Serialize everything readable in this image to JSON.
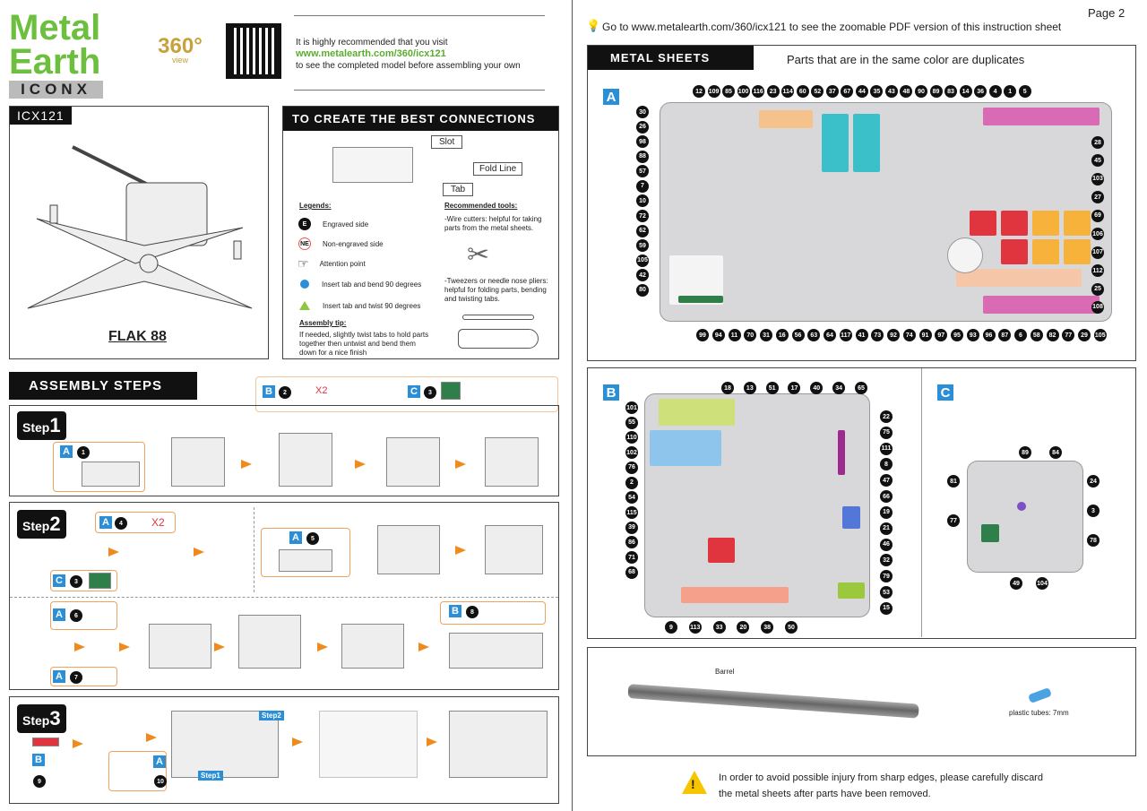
{
  "header": {
    "brand_line1": "Metal",
    "brand_line2": "Earth",
    "brand_sub": "ICONX",
    "view360": "360°",
    "view_label": "view",
    "visit_line1": "It is highly recommended that you visit",
    "visit_url": "www.metalearth.com/360/icx121",
    "visit_line2": "to see the completed model before assembling your own"
  },
  "model": {
    "code": "ICX121",
    "name": "FLAK 88"
  },
  "connections": {
    "title": "TO CREATE THE BEST CONNECTIONS",
    "slot": "Slot",
    "fold_line": "Fold Line",
    "tab": "Tab",
    "legends_title": "Legends:",
    "legends": [
      "Engraved side",
      "Non-engraved side",
      "Attention point",
      "Insert tab and bend 90 degrees",
      "Insert tab and twist 90 degrees"
    ],
    "e_mark": "E",
    "ne_mark": "NE",
    "tools_title": "Recommended tools:",
    "tool1": "-Wire cutters: helpful for taking parts from the metal sheets.",
    "tool2": "-Tweezers or needle nose pliers: helpful for folding parts, bending and twisting tabs.",
    "tip_title": "Assembly tip:",
    "tip": "If needed, slightly twist tabs to hold parts together then untwist and bend them down for a nice finish"
  },
  "steps": {
    "title": "ASSEMBLY STEPS",
    "step_word": "Step",
    "s1": "1",
    "s2": "2",
    "s3": "3",
    "x2": "X2",
    "refs": {
      "a": "A",
      "b": "B",
      "c": "C",
      "n1": "1",
      "n2": "2",
      "n3": "3",
      "n4": "4",
      "n5": "5",
      "n6": "6",
      "n7": "7",
      "n8": "8",
      "n9": "9",
      "n10": "10"
    },
    "step_tag2": "Step2",
    "step_tag1": "Step1"
  },
  "right": {
    "page": "Page 2",
    "tip": "Go to www.metalearth.com/360/icx121 to see the zoomable PDF version of this instruction sheet",
    "sheets_title": "METAL SHEETS",
    "sheets_note": "Parts that are in the same color are duplicates",
    "sheetA": {
      "label": "A",
      "top": [
        "12",
        "109",
        "85",
        "100",
        "116",
        "23",
        "114",
        "60",
        "52",
        "37",
        "67",
        "44",
        "35",
        "43",
        "48",
        "90",
        "89",
        "83",
        "14",
        "36",
        "4",
        "1",
        "5"
      ],
      "left": [
        "30",
        "26",
        "98",
        "88",
        "57",
        "7",
        "10",
        "72",
        "62",
        "59",
        "105",
        "42",
        "80"
      ],
      "right": [
        "28",
        "45",
        "103",
        "27",
        "69",
        "106",
        "107",
        "112",
        "25",
        "108"
      ],
      "bottom": [
        "99",
        "94",
        "11",
        "70",
        "31",
        "16",
        "56",
        "63",
        "64",
        "117",
        "41",
        "73",
        "92",
        "74",
        "91",
        "97",
        "95",
        "93",
        "96",
        "87",
        "6",
        "58",
        "82",
        "77",
        "29",
        "105"
      ]
    },
    "sheetB": {
      "label": "B",
      "top": [
        "18",
        "13",
        "51",
        "17",
        "40",
        "34",
        "65"
      ],
      "left": [
        "101",
        "55",
        "110",
        "102",
        "76",
        "2",
        "54",
        "115",
        "39",
        "86",
        "71",
        "68"
      ],
      "right": [
        "22",
        "75",
        "111",
        "8",
        "47",
        "66",
        "19",
        "21",
        "46",
        "32",
        "79",
        "53",
        "15"
      ],
      "bottom": [
        "9",
        "113",
        "33",
        "20",
        "38",
        "50"
      ]
    },
    "sheetC": {
      "label": "C",
      "top": [
        "89",
        "84"
      ],
      "left": [
        "81",
        "77"
      ],
      "right": [
        "24",
        "3",
        "78"
      ],
      "bottom": [
        "49",
        "104"
      ]
    },
    "barrel_label": "Barrel",
    "tubes_label": "plastic tubes:  7mm",
    "warning_line1": "In order to avoid possible injury from sharp edges, please carefully discard",
    "warning_line2": "the metal sheets after parts have been removed."
  },
  "colors": {
    "brand_green": "#6cbf3f",
    "accent_blue": "#2a8fd6",
    "arrow_orange": "#f08a1c",
    "pink": "#d96bb4",
    "teal": "#3bbfc9",
    "red": "#e0343e",
    "yellow": "#f6b23a"
  }
}
